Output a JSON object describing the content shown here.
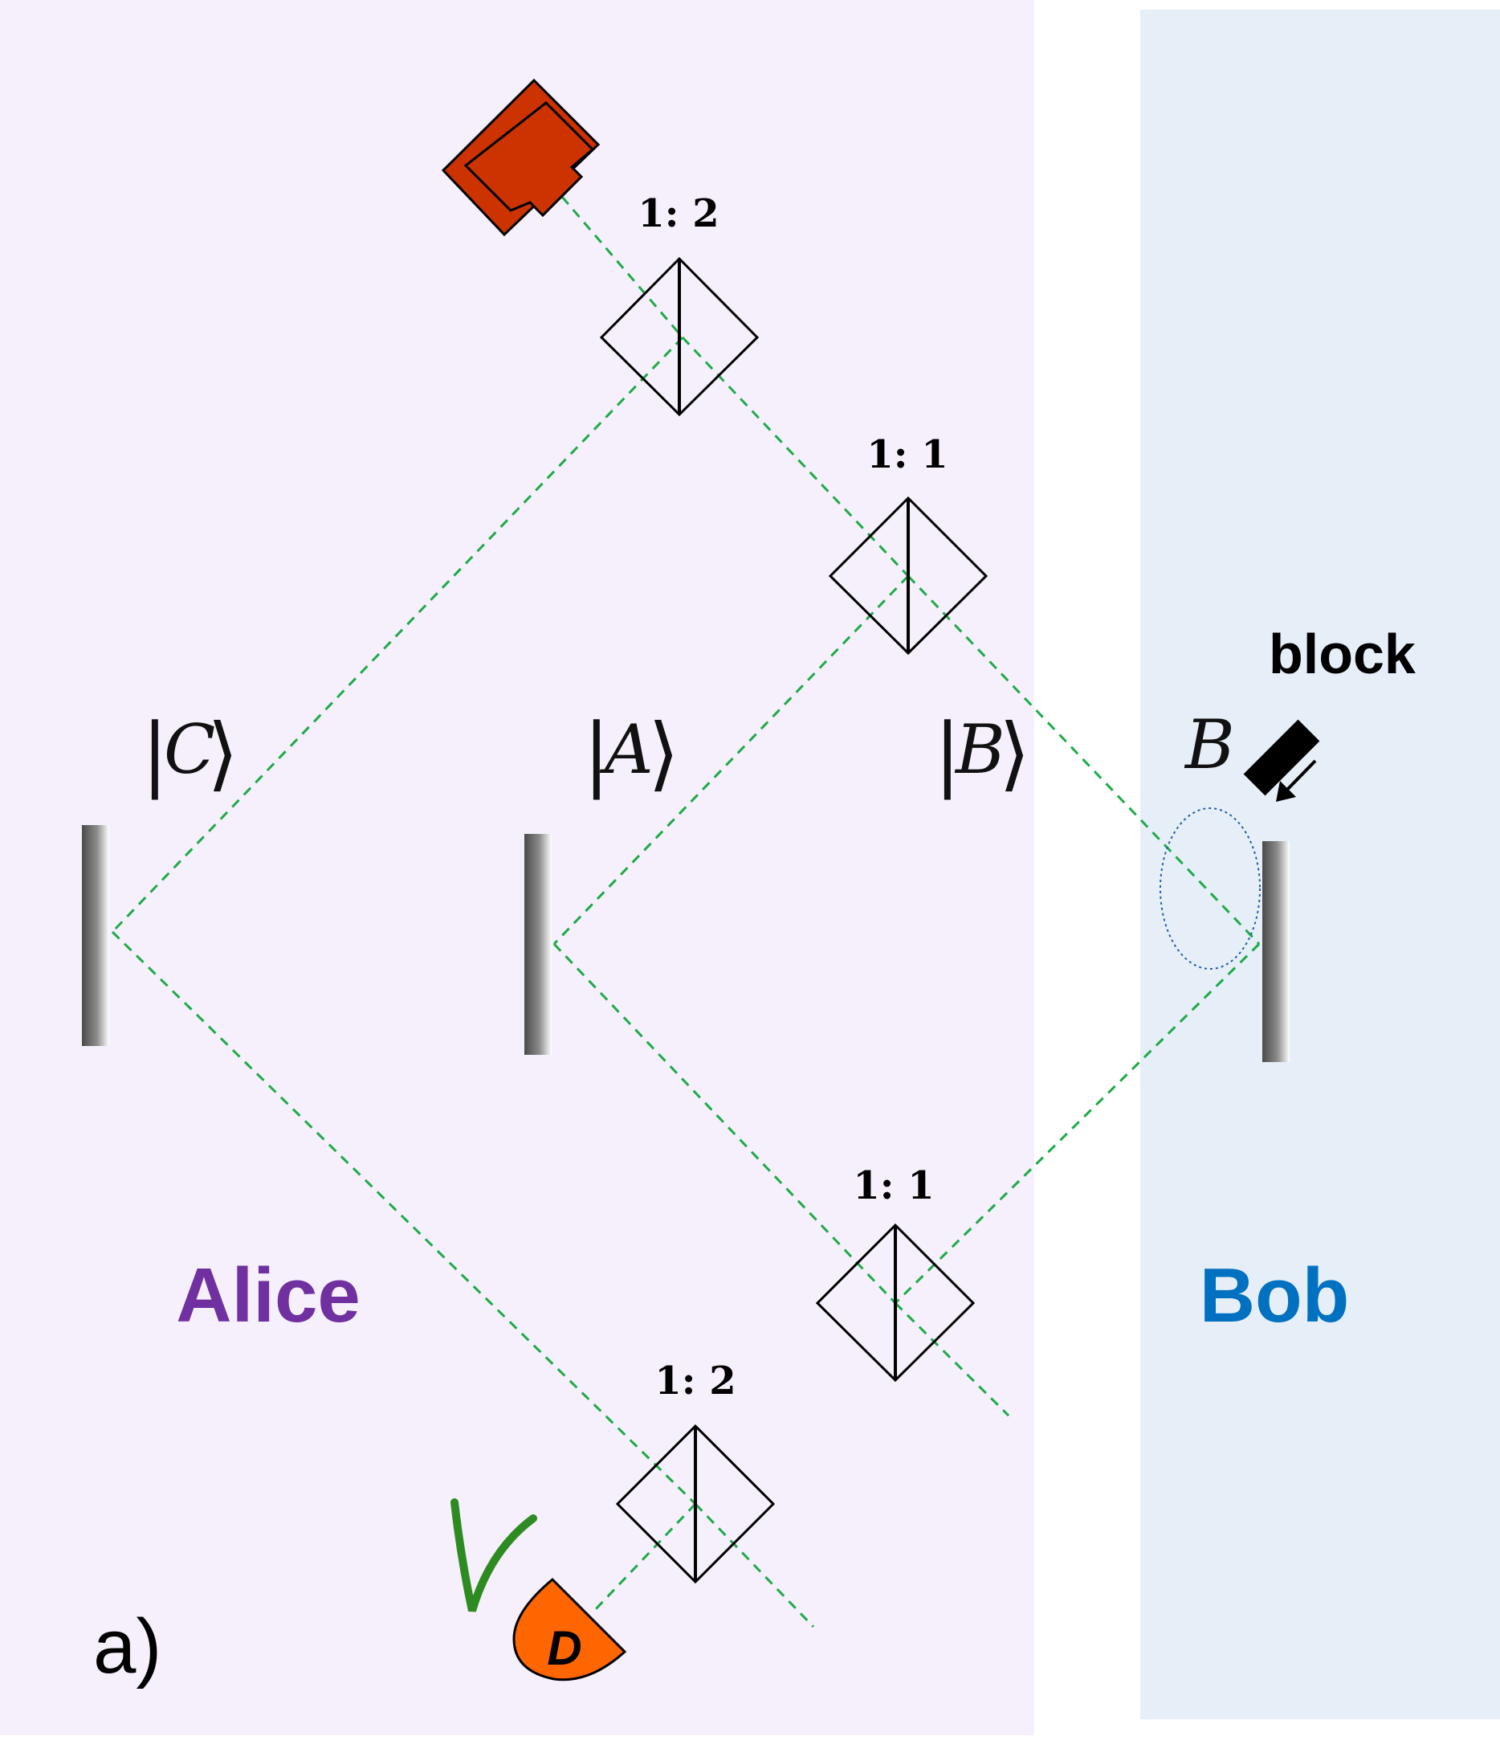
{
  "regions": {
    "alice": {
      "label": "Alice",
      "color": "#7030a0",
      "background": "#f5f0fb"
    },
    "bob": {
      "label": "Bob",
      "color": "#0070c0",
      "background": "#e6eef8"
    }
  },
  "beam_splitters": [
    {
      "id": "bs-top",
      "ratio": "1: 2"
    },
    {
      "id": "bs-upper-mid",
      "ratio": "1: 1"
    },
    {
      "id": "bs-lower-mid",
      "ratio": "1: 1"
    },
    {
      "id": "bs-bottom",
      "ratio": "1: 2"
    }
  ],
  "kets": {
    "c": "C",
    "a": "A",
    "b": "B"
  },
  "bob_mirror_label": "B",
  "block_label": "block",
  "detector_label": "D",
  "panel_label": "a)",
  "colors": {
    "beam": "#1faa4a",
    "source": "#cc3300",
    "detector": "#ff6600",
    "checkmark": "#2e8b22"
  },
  "icons": [
    "laser-source-icon",
    "detector-icon",
    "checkmark-icon",
    "block-icon",
    "arrow-icon",
    "mirror-icon"
  ]
}
